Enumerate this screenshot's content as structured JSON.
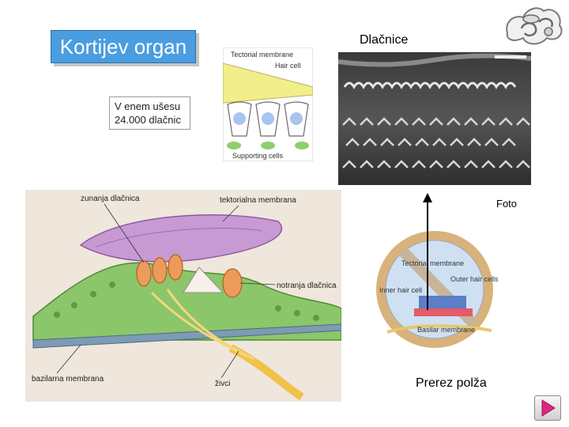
{
  "title": "Kortijev organ",
  "photo_label": "Dlačnice",
  "note": {
    "line1": "V enem ušesu",
    "line2": "24.000 dlačnic"
  },
  "photo_caption": "Foto",
  "cross_section_caption": "Prerez polža",
  "big_diagram": {
    "label_outer_hair": "zunanja dlačnica",
    "label_tectorial": "tektorialna membrana",
    "label_inner_hair": "notranja dlačnica",
    "label_basilar": "bazilarna membrana",
    "label_nerves": "živci"
  },
  "small_diagram": {
    "label_tectorial": "Tectorial membrane",
    "label_hair_cell": "Hair cell",
    "label_support": "Supporting cells"
  },
  "cochlea": {
    "label_tectorial": "Tectorial membrane",
    "label_outer": "Outer hair cells",
    "label_inner": "Inner hair cell",
    "label_basilar": "Basilar membrane"
  },
  "colors": {
    "title_bg": "#4a9de0",
    "nav_arrow": "#e0257f",
    "cochlea_ring": "#d8b27a"
  },
  "icons": {
    "ear_logo": "inner-ear-icon",
    "nav": "next-arrow-icon"
  }
}
